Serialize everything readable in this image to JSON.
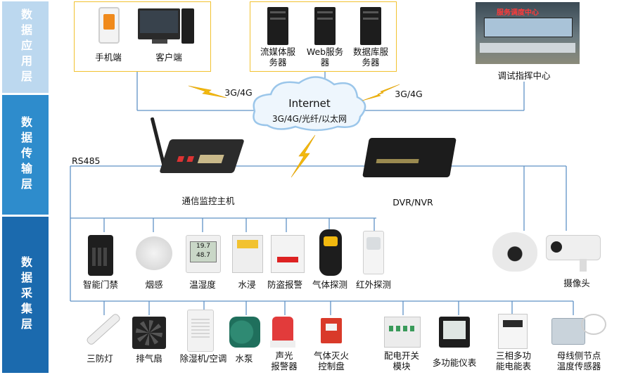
{
  "layers": {
    "app": "数据应用层",
    "transmission": "数据传输层",
    "collection": "数据采集层"
  },
  "application": {
    "mobile": "手机端",
    "client": "客户端",
    "streaming_server": "流媒体服务器",
    "web_server": "Web服务器",
    "db_server": "数据库服务器",
    "control_center": "调试指挥中心",
    "control_center_sign": "服务调度中心"
  },
  "network": {
    "internet_title": "Internet",
    "internet_sub": "3G/4G/光纤/以太网",
    "link_left": "3G/4G",
    "link_right": "3G/4G"
  },
  "transmission": {
    "rs485": "RS485",
    "host": "通信监控主机",
    "dvr": "DVR/NVR"
  },
  "sensors": [
    "智能门禁",
    "烟感",
    "温湿度",
    "水浸",
    "防盗报警",
    "气体探测",
    "红外探测",
    "摄像头"
  ],
  "actuators": [
    "三防灯",
    "排气扇",
    "除湿机/空调",
    "水泵",
    "声光\n报警器",
    "气体灭火\n控制盘",
    "配电开关\n模块",
    "多功能仪表",
    "三相多功\n能电能表",
    "母线侧节点\n温度传感器"
  ],
  "colors": {
    "wire": "#5f92c5",
    "box_border": "#f2c230",
    "lightning": "#f2b90f"
  }
}
